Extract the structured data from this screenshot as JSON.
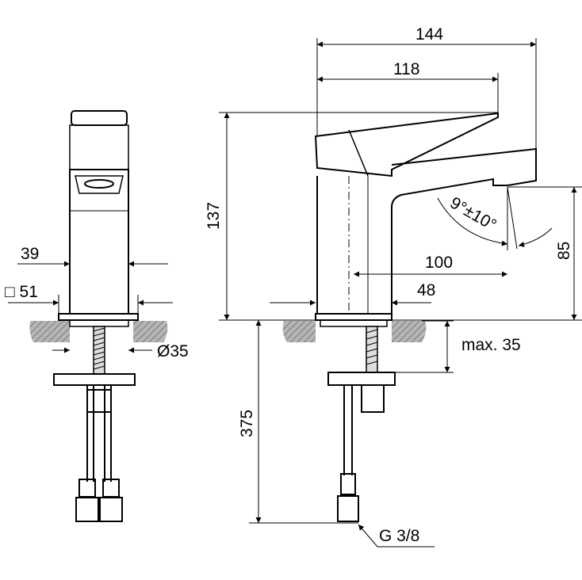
{
  "dimensions": {
    "total_length": "144",
    "spout_reach": "118",
    "height": "137",
    "spout_angle": "9°±10°",
    "spout_height": "85",
    "outlet_offset": "100",
    "base_offset": "48",
    "side_body_width": "39",
    "base_square": "□ 51",
    "mount_diameter": "Ø35",
    "max_deck_thickness": "max. 35",
    "hose_length": "375",
    "connection_thread": "G 3/8"
  },
  "colors": {
    "line": "#000000",
    "deck_hatch": "#9a9a9a"
  }
}
